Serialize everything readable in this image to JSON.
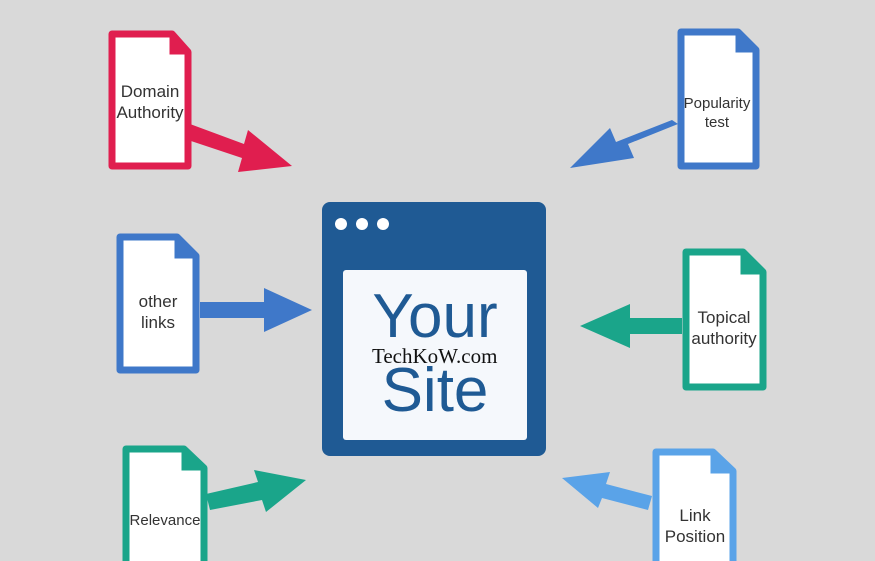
{
  "center": {
    "line1": "Your",
    "line2": "Site",
    "watermark": "TechKoW.com"
  },
  "documents": [
    {
      "id": "domain-authority",
      "label": "Domain\nAuthority",
      "color": "#e01e4f"
    },
    {
      "id": "popularity-test",
      "label": "Popularity\ntest",
      "color": "#3f78c9"
    },
    {
      "id": "other-links",
      "label": "other\nlinks",
      "color": "#3f78c9"
    },
    {
      "id": "topical-authority",
      "label": "Topical\nauthority",
      "color": "#1aa58a"
    },
    {
      "id": "relevance",
      "label": "Relevance",
      "color": "#1aa58a"
    },
    {
      "id": "link-position",
      "label": "Link\nPosition",
      "color": "#5aa3e8"
    }
  ],
  "colors": {
    "background": "#d9d9d9",
    "browser": "#1f5a94",
    "browser_panel": "#f5f8fc"
  }
}
